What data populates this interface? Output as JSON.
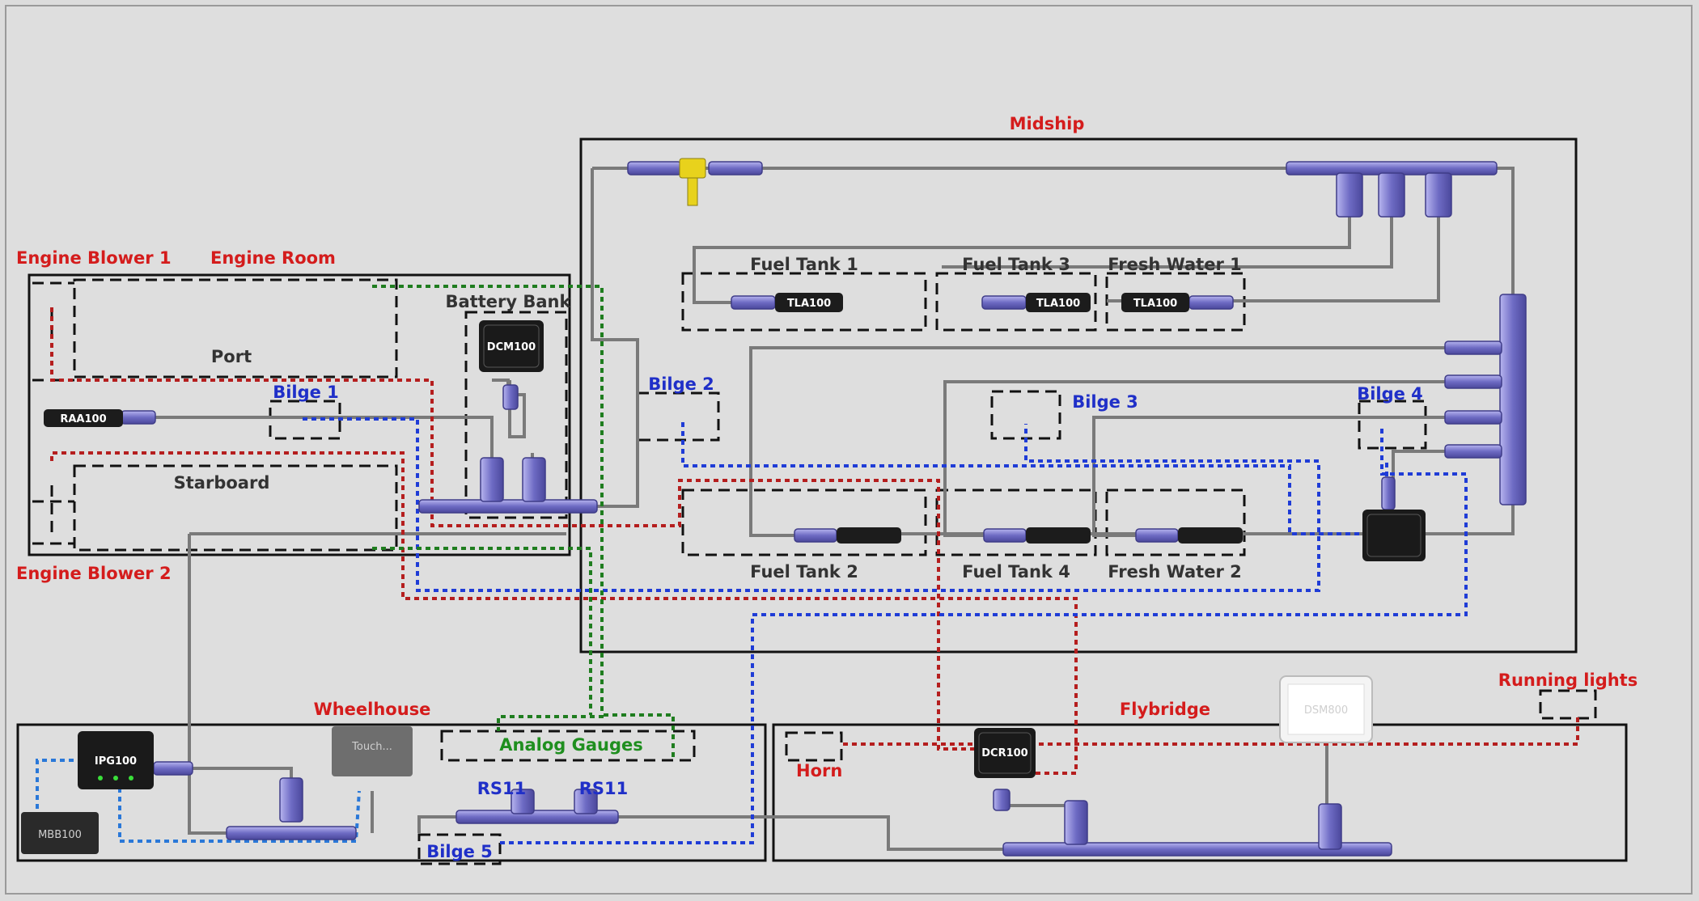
{
  "zones": {
    "midship": "Midship",
    "engine_room": "Engine Room",
    "wheelhouse": "Wheelhouse",
    "flybridge": "Flybridge"
  },
  "labels": {
    "engine_blower_1": "Engine Blower 1",
    "engine_blower_2": "Engine Blower 2",
    "port": "Port",
    "starboard": "Starboard",
    "battery_bank": "Battery Bank",
    "bilge_1": "Bilge 1",
    "bilge_2": "Bilge 2",
    "bilge_3": "Bilge 3",
    "bilge_4": "Bilge 4",
    "bilge_5": "Bilge 5",
    "fuel_tank_1": "Fuel Tank 1",
    "fuel_tank_2": "Fuel Tank 2",
    "fuel_tank_3": "Fuel Tank 3",
    "fuel_tank_4": "Fuel Tank 4",
    "fresh_water_1": "Fresh Water 1",
    "fresh_water_2": "Fresh Water 2",
    "analog_gauges": "Analog Gauges",
    "horn": "Horn",
    "running_lights": "Running lights",
    "rs11_a": "RS11",
    "rs11_b": "RS11"
  },
  "devices": {
    "raa100": "RAA100",
    "dcm100": "DCM100",
    "tla100_1": "TLA100",
    "tla100_2": "TLA100",
    "tla100_3": "TLA100",
    "ipg100": "IPG100",
    "mbb100": "MBB100",
    "touch": "Touch...",
    "dcr100": "DCR100",
    "dsm800": "DSM800"
  },
  "colors": {
    "background": "#dedede",
    "border": "#111111",
    "backbone": "#7a7a7a",
    "red_wire": "#b51e1e",
    "blue_wire": "#1f3cd6",
    "green_wire": "#1f7d1f",
    "zone_label": "#d41c1c",
    "bilge_label": "#1f2fc8",
    "connector": "#7a78c8",
    "terminator": "#e8d21c"
  }
}
